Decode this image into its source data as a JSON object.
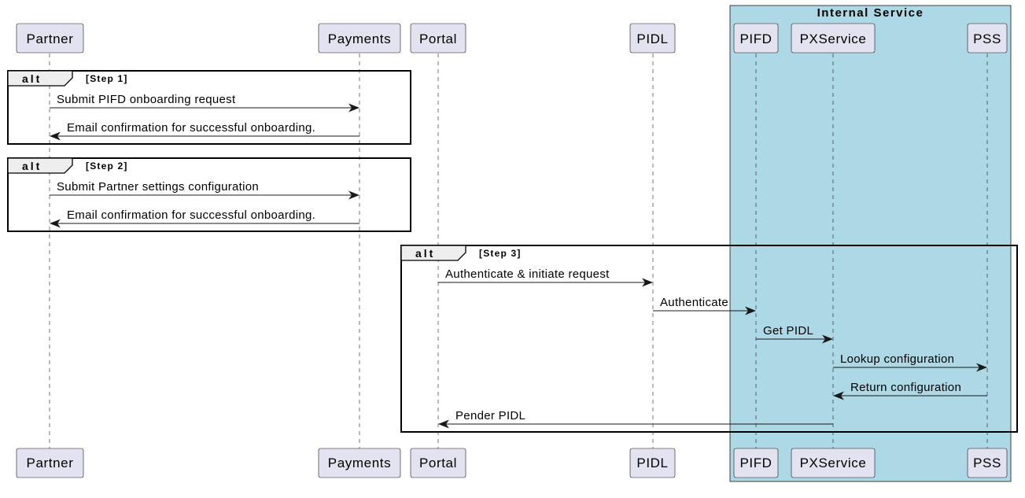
{
  "box": {
    "title": "Internal Service",
    "color": "#add8e6"
  },
  "participants": [
    {
      "id": "partner",
      "label": "Partner"
    },
    {
      "id": "payments",
      "label": "Payments"
    },
    {
      "id": "portal",
      "label": "Portal"
    },
    {
      "id": "pidl",
      "label": "PIDL"
    },
    {
      "id": "pifd",
      "label": "PIFD"
    },
    {
      "id": "pxservice",
      "label": "PXService"
    },
    {
      "id": "pss",
      "label": "PSS"
    }
  ],
  "fragments": [
    {
      "keyword": "alt",
      "guard": "[Step 1]"
    },
    {
      "keyword": "alt",
      "guard": "[Step 2]"
    },
    {
      "keyword": "alt",
      "guard": "[Step 3]"
    }
  ],
  "messages": [
    {
      "from": "partner",
      "to": "payments",
      "label": "Submit PIFD onboarding request"
    },
    {
      "from": "payments",
      "to": "partner",
      "label": "Email confirmation for successful onboarding."
    },
    {
      "from": "partner",
      "to": "payments",
      "label": "Submit Partner settings configuration"
    },
    {
      "from": "payments",
      "to": "partner",
      "label": "Email confirmation for successful onboarding."
    },
    {
      "from": "portal",
      "to": "pidl",
      "label": "Authenticate & initiate request"
    },
    {
      "from": "pidl",
      "to": "pifd",
      "label": "Authenticate"
    },
    {
      "from": "pifd",
      "to": "pxservice",
      "label": "Get PIDL"
    },
    {
      "from": "pxservice",
      "to": "pss",
      "label": "Lookup configuration"
    },
    {
      "from": "pss",
      "to": "pxservice",
      "label": "Return configuration"
    },
    {
      "from": "pxservice",
      "to": "portal",
      "label": "Pender PIDL"
    }
  ]
}
